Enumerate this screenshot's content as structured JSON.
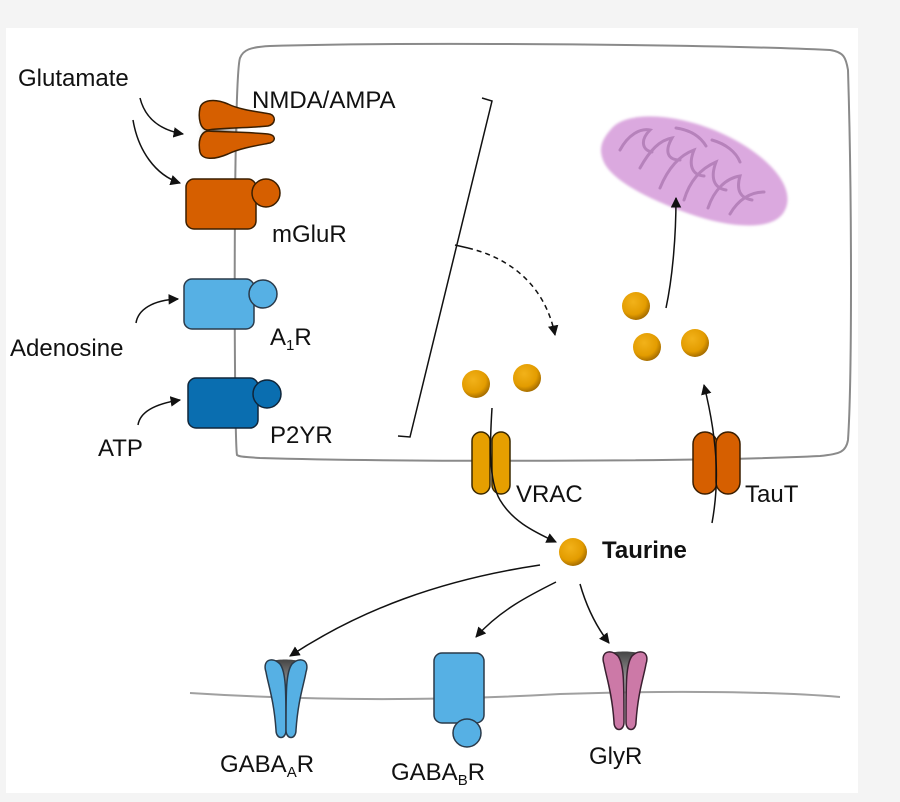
{
  "figure": {
    "ligands": {
      "glutamate": "Glutamate",
      "adenosine": "Adenosine",
      "atp": "ATP"
    },
    "receptors": {
      "nmda_ampa": "NMDA/AMPA",
      "mglur": "mGluR",
      "a1r_base": "A",
      "a1r_sub": "1",
      "a1r_suffix": "R",
      "p2yr": "P2YR"
    },
    "transporters": {
      "vrac": "VRAC",
      "taut": "TauT"
    },
    "molecule": {
      "taurine": "Taurine"
    },
    "targets": {
      "gabaa_base": "GABA",
      "gabaa_sub": "A",
      "gabaa_suffix": "R",
      "gabab_base": "GABA",
      "gabab_sub": "B",
      "gabab_suffix": "R",
      "glyr": "GlyR"
    },
    "colors": {
      "glutamate_receptor": "#d65f00",
      "adenosine_receptor": "#56b0e4",
      "p2y_receptor": "#0a6eb0",
      "taurine": "#e69f00",
      "vrac": "#e69f00",
      "taut": "#d65f00",
      "gaba_receptor": "#56b0e4",
      "glycine_receptor": "#cc79a7",
      "mitochondrion": "#d9a8dc",
      "membrane": "#8a8a8a"
    }
  }
}
